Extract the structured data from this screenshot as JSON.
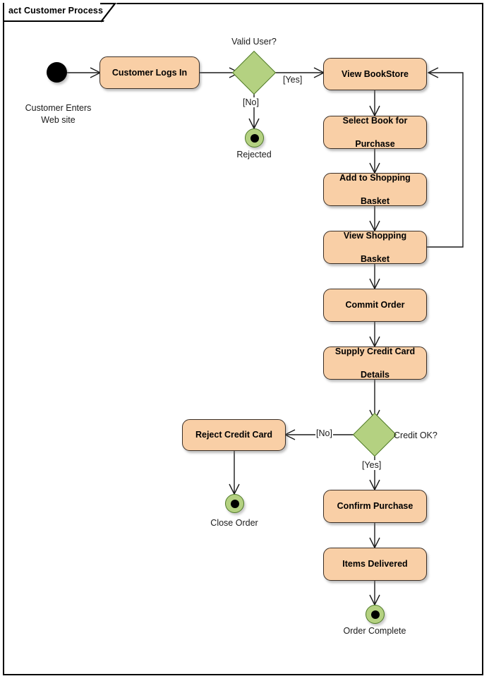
{
  "diagram": {
    "kind": "uml-activity-diagram",
    "title": "act Customer Process",
    "colors": {
      "action_fill": "#f9cfa6",
      "action_border": "#3b2f26",
      "decision_fill": "#b4d181",
      "decision_border": "#4f7a28",
      "final_node_fill": "#b4d181",
      "initial_node_fill": "#000000",
      "edge_stroke": "#1a1a1a",
      "frame_border": "#000000",
      "background": "#ffffff"
    }
  },
  "nodes": {
    "initial": {
      "type": "initial-node",
      "caption_line1": "Customer Enters",
      "caption_line2": "Web site"
    },
    "customer_logs_in": {
      "type": "action",
      "label": "Customer Logs In"
    },
    "valid_user": {
      "type": "decision",
      "label": "Valid User?",
      "guard_yes": "[Yes]",
      "guard_no": "[No]"
    },
    "rejected": {
      "type": "final-node",
      "caption": "Rejected"
    },
    "view_bookstore": {
      "type": "action",
      "label": "View BookStore"
    },
    "select_book": {
      "type": "action",
      "line1": "Select Book for",
      "line2": "Purchase"
    },
    "add_to_basket": {
      "type": "action",
      "line1": "Add to Shopping",
      "line2": "Basket"
    },
    "view_basket": {
      "type": "action",
      "line1": "View Shopping",
      "line2": "Basket"
    },
    "commit_order": {
      "type": "action",
      "label": "Commit Order"
    },
    "supply_credit_card": {
      "type": "action",
      "line1": "Supply Credit Card",
      "line2": "Details"
    },
    "credit_ok": {
      "type": "decision",
      "label": "Credit OK?",
      "guard_yes": "[Yes]",
      "guard_no": "[No]"
    },
    "reject_credit_card": {
      "type": "action",
      "label": "Reject Credit Card"
    },
    "close_order": {
      "type": "final-node",
      "caption": "Close Order"
    },
    "confirm_purchase": {
      "type": "action",
      "label": "Confirm Purchase"
    },
    "items_delivered": {
      "type": "action",
      "label": "Items Delivered"
    },
    "order_complete": {
      "type": "final-node",
      "caption": "Order Complete"
    }
  },
  "edges": [
    {
      "from": "initial",
      "to": "customer_logs_in",
      "guard": ""
    },
    {
      "from": "customer_logs_in",
      "to": "valid_user",
      "guard": ""
    },
    {
      "from": "valid_user",
      "to": "view_bookstore",
      "guard": "[Yes]"
    },
    {
      "from": "valid_user",
      "to": "rejected",
      "guard": "[No]"
    },
    {
      "from": "view_bookstore",
      "to": "select_book",
      "guard": ""
    },
    {
      "from": "select_book",
      "to": "add_to_basket",
      "guard": ""
    },
    {
      "from": "add_to_basket",
      "to": "view_basket",
      "guard": ""
    },
    {
      "from": "view_basket",
      "to": "view_bookstore",
      "guard": ""
    },
    {
      "from": "view_basket",
      "to": "commit_order",
      "guard": ""
    },
    {
      "from": "commit_order",
      "to": "supply_credit_card",
      "guard": ""
    },
    {
      "from": "supply_credit_card",
      "to": "credit_ok",
      "guard": ""
    },
    {
      "from": "credit_ok",
      "to": "reject_credit_card",
      "guard": "[No]"
    },
    {
      "from": "credit_ok",
      "to": "confirm_purchase",
      "guard": "[Yes]"
    },
    {
      "from": "reject_credit_card",
      "to": "close_order",
      "guard": ""
    },
    {
      "from": "confirm_purchase",
      "to": "items_delivered",
      "guard": ""
    },
    {
      "from": "items_delivered",
      "to": "order_complete",
      "guard": ""
    }
  ]
}
